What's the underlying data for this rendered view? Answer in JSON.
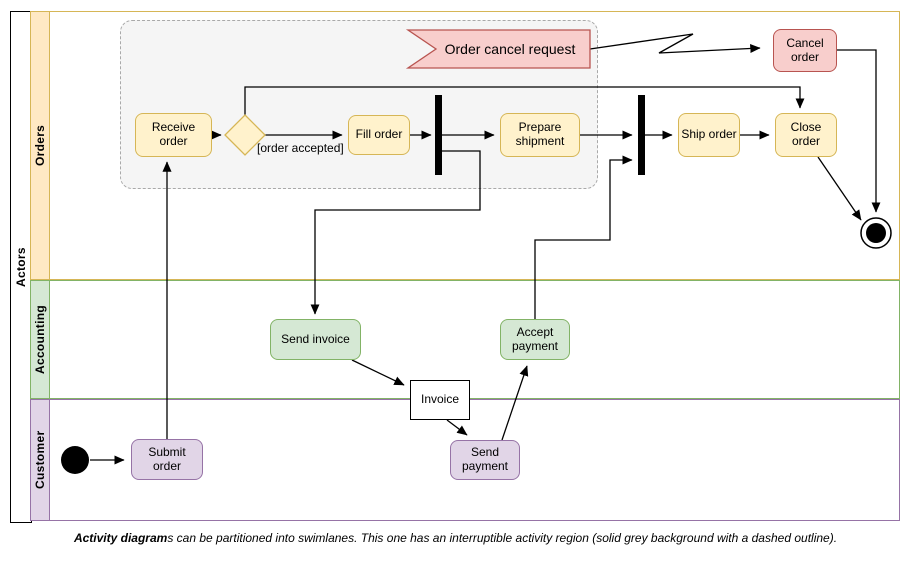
{
  "pool_label": "Actors",
  "lanes": [
    {
      "label": "Orders"
    },
    {
      "label": "Accounting"
    },
    {
      "label": "Customer"
    }
  ],
  "nodes": {
    "receive_order": {
      "label": "Receive order"
    },
    "fill_order": {
      "label": "Fill order"
    },
    "prepare_shipment": {
      "label": "Prepare shipment"
    },
    "ship_order": {
      "label": "Ship order"
    },
    "close_order": {
      "label": "Close order"
    },
    "cancel_order": {
      "label": "Cancel order"
    },
    "send_invoice": {
      "label": "Send invoice"
    },
    "accept_payment": {
      "label": "Accept payment"
    },
    "invoice": {
      "label": "Invoice"
    },
    "send_payment": {
      "label": "Send payment"
    },
    "submit_order": {
      "label": "Submit order"
    }
  },
  "guard_label": "[order accepted]",
  "signal_label": "Order cancel request",
  "caption": {
    "bold": "Activity diagram",
    "rest": "s can be partitioned into swimlanes. This one has an interruptible activity region (solid grey background with a dashed outline)."
  },
  "colors": {
    "orders_band": "#ffe9c4",
    "orders_border": "#d6b656",
    "activity_fill": "#fff2cc",
    "accounting_fill": "#d5e8d4",
    "accounting_border": "#82b366",
    "customer_fill": "#e1d5e7",
    "customer_border": "#9673a6",
    "interrupt_fill": "#f8cecc",
    "interrupt_border": "#b85450",
    "region_fill": "#f5f5f5",
    "edge": "#000000"
  }
}
